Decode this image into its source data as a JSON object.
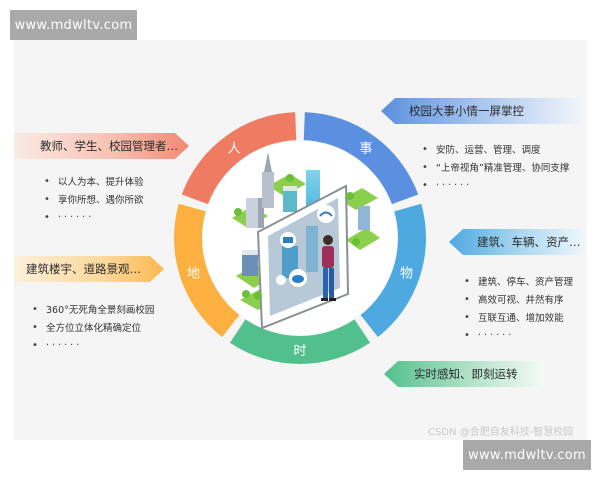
{
  "watermark": {
    "top": "www.mdwltv.com",
    "bottom": "www.mdwltv.com"
  },
  "credit": "CSDN @合肥自友科技-智慧校园",
  "ring": {
    "segments": [
      {
        "label": "事",
        "color": "#5b8fe0",
        "start": 0,
        "end": 72
      },
      {
        "label": "物",
        "color": "#4ea9e0",
        "start": 72,
        "end": 144
      },
      {
        "label": "时",
        "color": "#52c08c",
        "start": 144,
        "end": 216
      },
      {
        "label": "地",
        "color": "#fbb040",
        "start": 216,
        "end": 288
      },
      {
        "label": "人",
        "color": "#ef7b63",
        "start": 288,
        "end": 360
      }
    ]
  },
  "panels": {
    "people": {
      "title": "教师、学生、校园管理者…",
      "color": "#ef7b63",
      "items": [
        "以人为本、提升体验",
        "享你所想、遇你所欲",
        "· · · · · ·"
      ]
    },
    "place": {
      "title": "建筑楼宇、道路景观…",
      "color": "#fbb040",
      "items": [
        "360°无死角全景刻画校园",
        "全方位立体化精确定位",
        "· · · · · ·"
      ]
    },
    "events": {
      "title": "校园大事小情一屏掌控",
      "color": "#5b8fe0",
      "items": [
        "安防、运营、管理、调度",
        "“上帝视角”精准管理、协同支撑",
        "· · · · · ·"
      ]
    },
    "things": {
      "title": "建筑、车辆、资产…",
      "color": "#4ea9e0",
      "items": [
        "建筑、停车、资产管理",
        "高效可视、井然有序",
        "互联互通、增加效能",
        "· · · · · ·"
      ]
    },
    "time": {
      "title": "实时感知、即刻运转",
      "color": "#52c08c"
    }
  },
  "illustration": {
    "description": "isometric smart-campus city with person viewing large tablet"
  }
}
